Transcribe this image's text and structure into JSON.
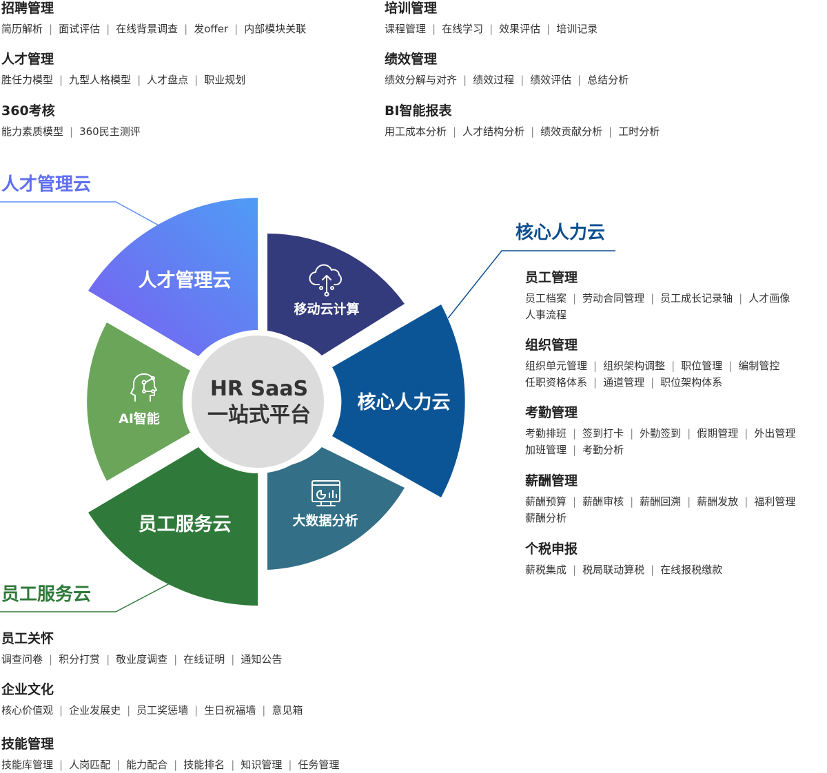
{
  "colors": {
    "talent_cloud": "#5f7cf2",
    "talent_cloud_line": "#5b8ff0",
    "core_cloud": "#0b4e8f",
    "employee_cloud": "#2f7a3a",
    "mobile": "#343b7c",
    "ai": "#6aa55a",
    "bigdata": "#336f86",
    "center": "#dcdcdc"
  },
  "top_left": [
    {
      "title": "招聘管理",
      "items": [
        "简历解析",
        "面试评估",
        "在线背景调查",
        "发offer",
        "内部模块关联"
      ]
    },
    {
      "title": "人才管理",
      "items": [
        "胜任力模型",
        "九型人格模型",
        "人才盘点",
        "职业规划"
      ]
    },
    {
      "title": "360考核",
      "items": [
        "能力素质模型",
        "360民主测评"
      ]
    }
  ],
  "top_right": [
    {
      "title": "培训管理",
      "items": [
        "课程管理",
        "在线学习",
        "效果评估",
        "培训记录"
      ]
    },
    {
      "title": "绩效管理",
      "items": [
        "绩效分解与对齐",
        "绩效过程",
        "绩效评估",
        "总结分析"
      ]
    },
    {
      "title": "BI智能报表",
      "items": [
        "用工成本分析",
        "人才结构分析",
        "绩效贡献分析",
        "工时分析"
      ]
    }
  ],
  "labels": {
    "talent_cloud": "人才管理云",
    "core_cloud": "核心人力云",
    "employee_cloud": "员工服务云"
  },
  "wheel": {
    "center_line1": "HR SaaS",
    "center_line2": "一站式平台",
    "talent": "人才管理云",
    "mobile": "移动云计算",
    "core": "核心人力云",
    "bigdata": "大数据分析",
    "employee": "员工服务云",
    "ai": "AI智能",
    "icons": {
      "mobile": "cloud-upload-icon",
      "ai": "ai-head-icon",
      "bigdata": "analytics-monitor-icon"
    }
  },
  "core_sections": [
    {
      "title": "员工管理",
      "lines": [
        [
          "员工档案",
          "劳动合同管理",
          "员工成长记录轴",
          "人才画像"
        ],
        [
          "人事流程"
        ]
      ]
    },
    {
      "title": "组织管理",
      "lines": [
        [
          "组织单元管理",
          "组织架构调整",
          "职位管理",
          "编制管控"
        ],
        [
          "任职资格体系",
          "通道管理",
          "职位架构体系"
        ]
      ]
    },
    {
      "title": "考勤管理",
      "lines": [
        [
          "考勤排班",
          "签到打卡",
          "外勤签到",
          "假期管理",
          "外出管理"
        ],
        [
          "加班管理",
          "考勤分析"
        ]
      ]
    },
    {
      "title": "薪酬管理",
      "lines": [
        [
          "薪酬预算",
          "薪酬审核",
          "薪酬回溯",
          "薪酬发放",
          "福利管理"
        ],
        [
          "薪酬分析"
        ]
      ]
    },
    {
      "title": "个税申报",
      "lines": [
        [
          "薪税集成",
          "税局联动算税",
          "在线报税缴款"
        ]
      ]
    }
  ],
  "bottom": [
    {
      "title": "员工关怀",
      "items": [
        "调查问卷",
        "积分打赏",
        "敬业度调查",
        "在线证明",
        "通知公告"
      ]
    },
    {
      "title": "企业文化",
      "items": [
        "核心价值观",
        "企业发展史",
        "员工奖惩墙",
        "生日祝福墙",
        "意见箱"
      ]
    },
    {
      "title": "技能管理",
      "items": [
        "技能库管理",
        "人岗匹配",
        "能力配合",
        "技能排名",
        "知识管理",
        "任务管理"
      ]
    }
  ]
}
